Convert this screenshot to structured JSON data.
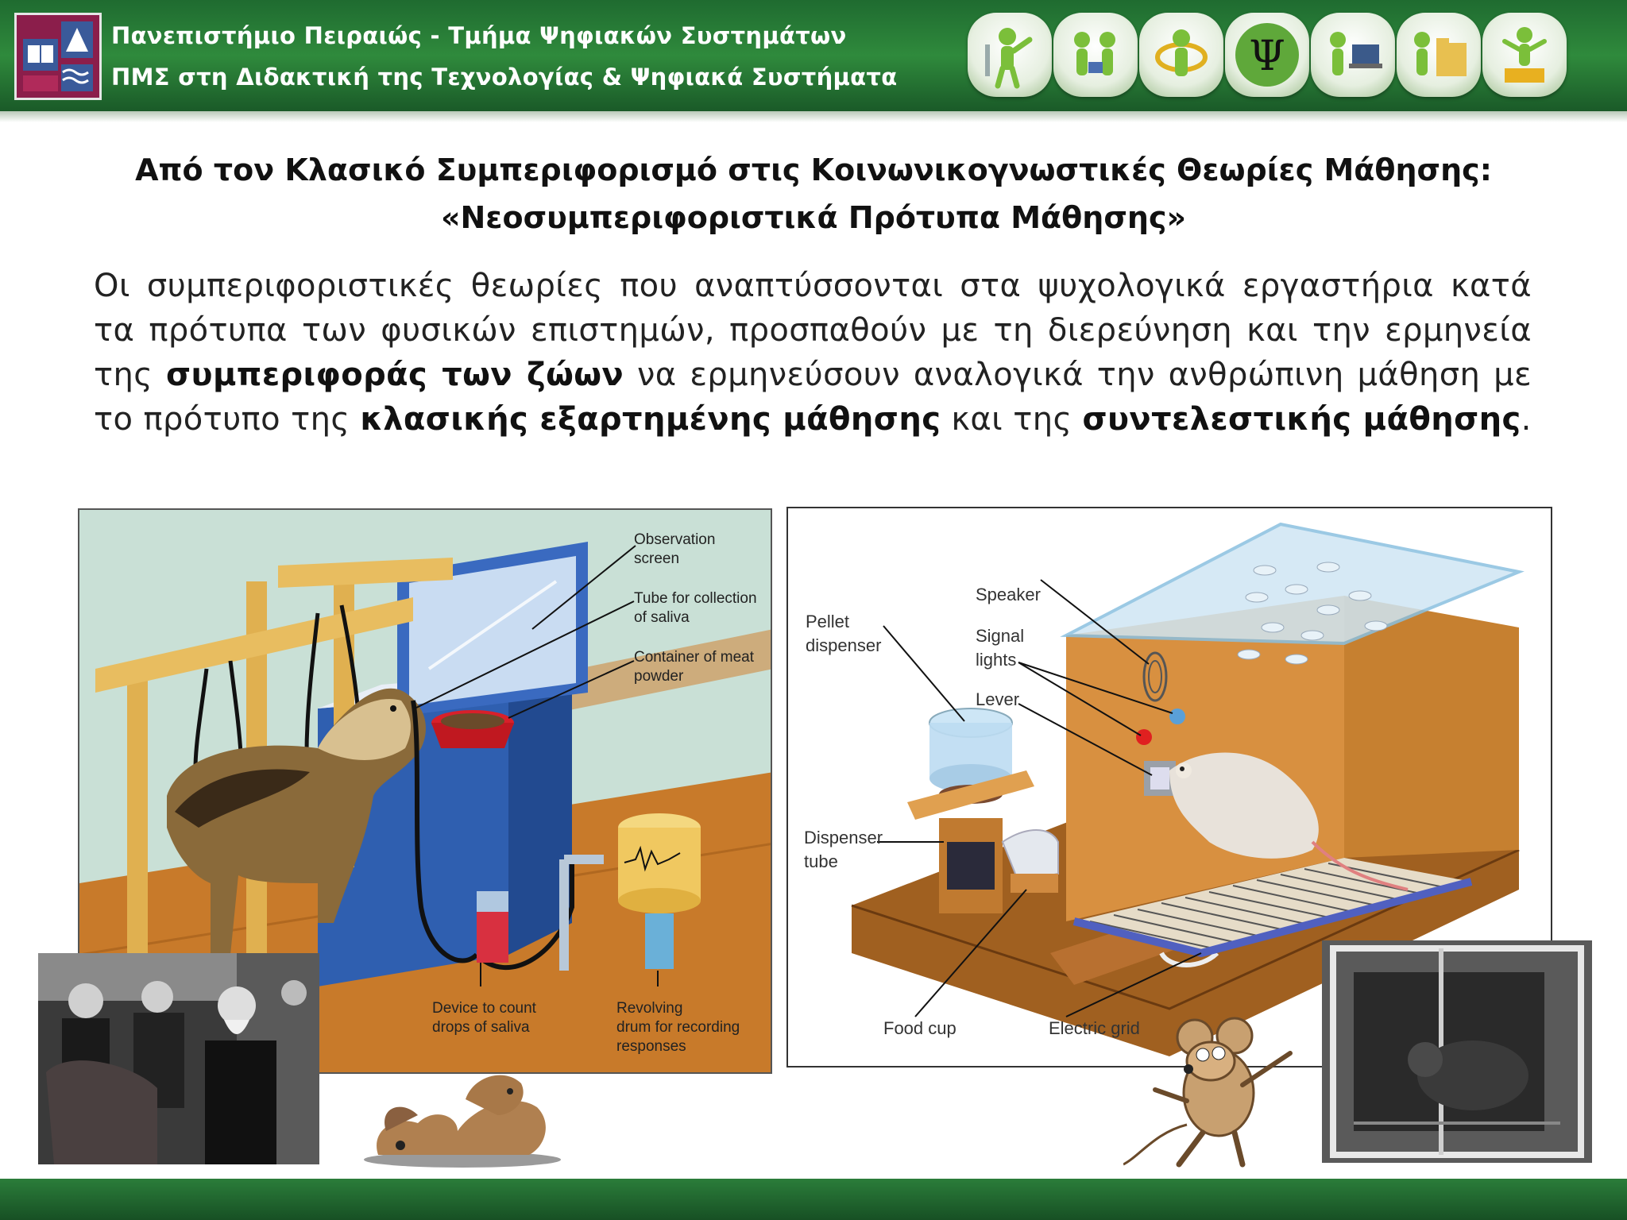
{
  "header": {
    "line1": "Πανεπιστήμιο Πειραιώς - Τμήμα Ψηφιακών Συστημάτων",
    "line2": "ΠΜΣ στη Διδακτική της Τεχνολογίας & Ψηφιακά Συστήματα",
    "brand_color": "#2f8a3c",
    "icons": [
      "figure-pointing-icon",
      "figures-talking-icon",
      "figure-ring-icon",
      "psi-head-icon",
      "figure-laptop-icon",
      "figure-folder-icon",
      "figure-puzzle-icon"
    ],
    "psi": "Ψ"
  },
  "slide": {
    "title_line1": "Από τον Κλασικό Συμπεριφορισμό στις Κοινωνικογνωστικές Θεωρίες Μάθησης:",
    "title_line2": "«Νεοσυμπεριφοριστικά Πρότυπα Μάθησης»",
    "para": {
      "t1": "Οι συμπεριφοριστικές θεωρίες που αναπτύσσονται στα ψυχολογικά εργαστήρια κατά τα πρότυπα των φυσικών επιστημών, προσπαθούν με τη διερεύνηση και την ερμηνεία της ",
      "b1": "συμπεριφοράς των ζώων",
      "t2": " να ερμηνεύσουν αναλογικά την ανθρώπινη μάθηση με το πρότυπο της ",
      "b2": "κλασικής εξαρτημένης μάθησης",
      "t3": " και της ",
      "b3": "συντελεστικής μάθησης",
      "t4": "."
    }
  },
  "pavlov_figure": {
    "label_observation": [
      "Observation",
      "screen"
    ],
    "label_tube": [
      "Tube for collection",
      "of saliva"
    ],
    "label_container": [
      "Container of meat",
      "powder"
    ],
    "label_device": [
      "Device to count",
      "drops of saliva"
    ],
    "label_drum": [
      "Revolving",
      "drum for recording",
      "responses"
    ]
  },
  "skinner_figure": {
    "label_speaker": "Speaker",
    "label_pellet": [
      "Pellet",
      "dispenser"
    ],
    "label_signal": [
      "Signal",
      "lights"
    ],
    "label_lever": "Lever",
    "label_dispenser_tube": [
      "Dispenser",
      "tube"
    ],
    "label_food_cup": "Food cup",
    "label_grid": "Electric grid"
  }
}
